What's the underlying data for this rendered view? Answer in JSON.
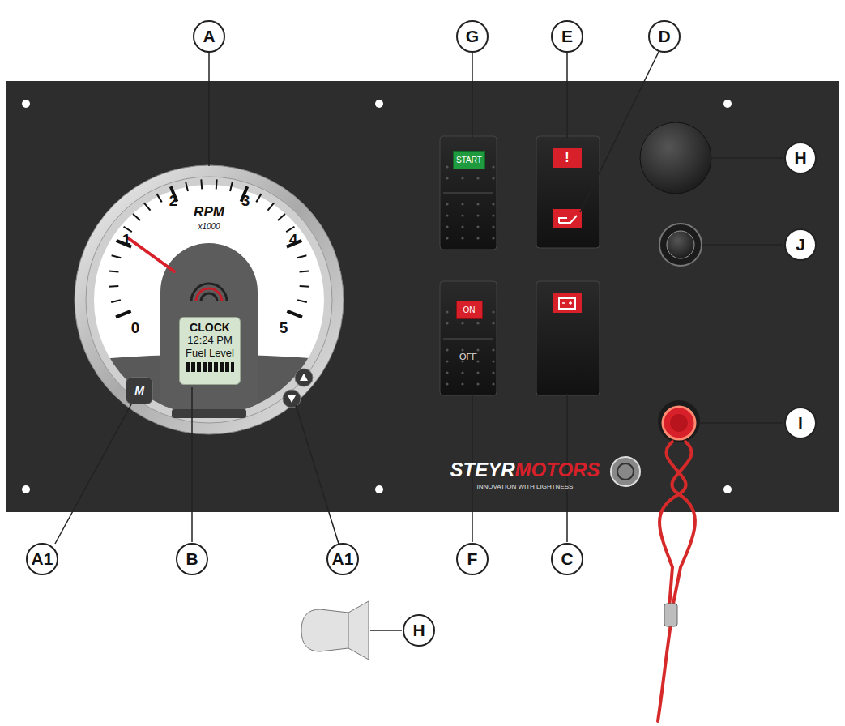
{
  "diagram": {
    "nodes": [
      {
        "text": [
          "A"
        ]
      },
      {
        "text": [
          "G"
        ]
      },
      {
        "text": [
          "E"
        ]
      },
      {
        "text": [
          "D"
        ]
      },
      {
        "text": [
          "H"
        ]
      },
      {
        "text": [
          "J"
        ]
      },
      {
        "text": [
          "I"
        ]
      },
      {
        "text": [
          "C"
        ]
      },
      {
        "text": [
          "F"
        ]
      },
      {
        "text": [
          "A1"
        ]
      },
      {
        "text": [
          "B"
        ]
      },
      {
        "text": [
          "A1"
        ]
      },
      {
        "text": [
          "H"
        ]
      },
      {
        "text": [
          "CLOCK",
          "12:24 PM",
          "Fuel Level"
        ]
      },
      {
        "text": [
          "M"
        ]
      },
      {
        "text": [
          "START"
        ]
      },
      {
        "text": [
          "ON"
        ]
      }
    ],
    "labels": [
      "RPM",
      "x1000",
      "0",
      "1",
      "2",
      "3",
      "4",
      "5",
      "OFF",
      "!",
      "STEYR",
      "MOTORS",
      "INNOVATION WITH LIGHTNESS"
    ]
  }
}
